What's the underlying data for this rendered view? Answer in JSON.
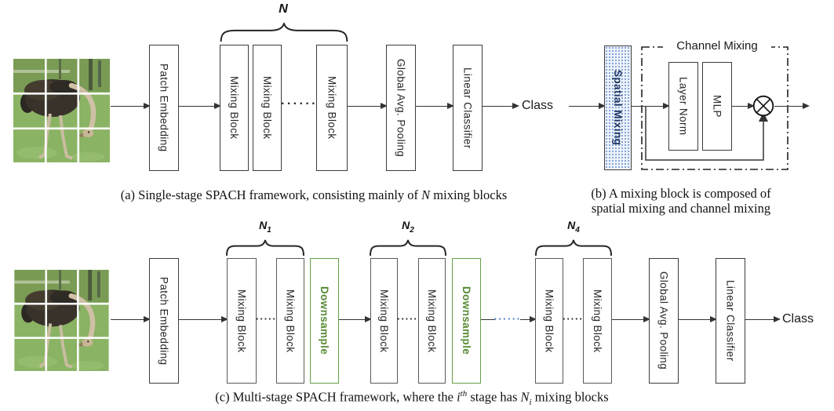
{
  "panel_a": {
    "patch_embedding": "Patch Embedding",
    "mixing_block": "Mixing Block",
    "dots": "······",
    "brace_label": "N",
    "global_pool": "Global Avg. Pooling",
    "linear_classifier": "Linear Classifier",
    "class_label": "Class",
    "caption": {
      "pre": "(a) Single-stage SPACH framework, consisting mainly of ",
      "var": "N",
      "post": " mixing blocks"
    }
  },
  "panel_b": {
    "spatial_mixing": "Spatial Mixing",
    "channel_mixing": "Channel Mixing",
    "layer_norm": "Layer Norm",
    "mlp": "MLP",
    "caption_line1": "(b) A mixing block is composed of",
    "caption_line2": "spatial mixing and channel mixing"
  },
  "panel_c": {
    "patch_embedding": "Patch Embedding",
    "mixing_block": "Mixing Block",
    "downsample": "Downsample",
    "dots": "······",
    "stage_dots": "······",
    "braces": [
      {
        "base": "N",
        "sub": "1"
      },
      {
        "base": "N",
        "sub": "2"
      },
      {
        "base": "N",
        "sub": "4"
      }
    ],
    "global_pool": "Global Avg. Pooling",
    "linear_classifier": "Linear Classifier",
    "class_label": "Class",
    "caption": {
      "p1": "(c) Multi-stage SPACH framework, where the ",
      "i": "i",
      "i_sup": "th",
      "p2": " stage has ",
      "n": "N",
      "n_sub": "i",
      "p3": " mixing blocks"
    }
  },
  "colors": {
    "downsample_green": "#66a046",
    "spatial_navy": "#1f3864",
    "stage_dots_blue": "#4472c4",
    "line": "#333333"
  }
}
